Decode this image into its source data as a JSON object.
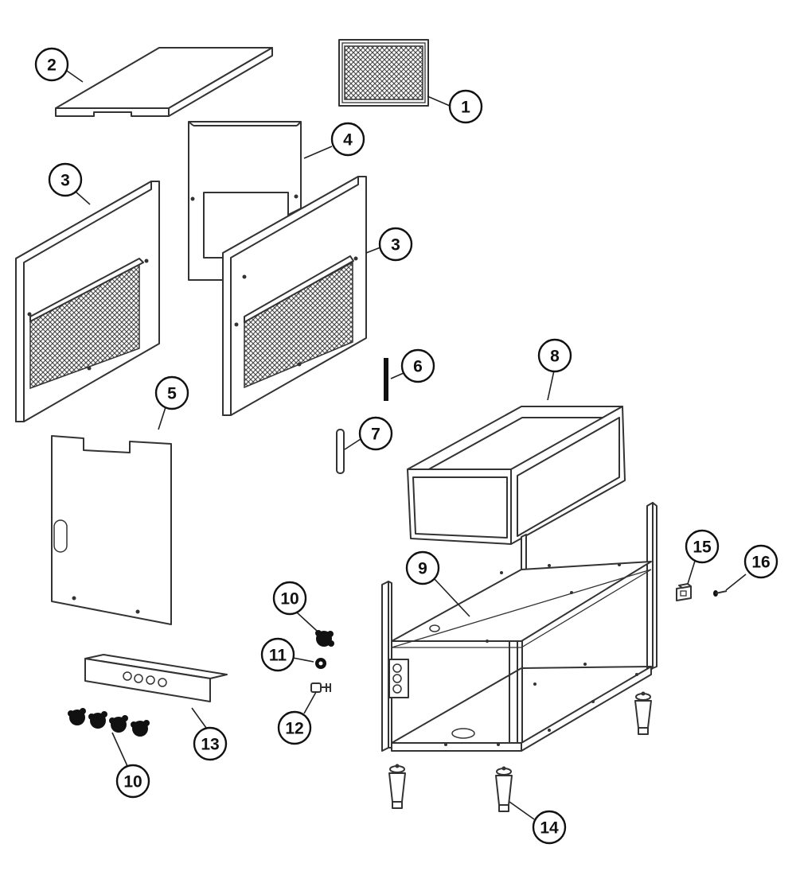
{
  "callouts": [
    {
      "id": "c1",
      "label": "1"
    },
    {
      "id": "c2",
      "label": "2"
    },
    {
      "id": "c3a",
      "label": "3"
    },
    {
      "id": "c3b",
      "label": "3"
    },
    {
      "id": "c4",
      "label": "4"
    },
    {
      "id": "c5",
      "label": "5"
    },
    {
      "id": "c6",
      "label": "6"
    },
    {
      "id": "c7",
      "label": "7"
    },
    {
      "id": "c8",
      "label": "8"
    },
    {
      "id": "c9",
      "label": "9"
    },
    {
      "id": "c10a",
      "label": "10"
    },
    {
      "id": "c10b",
      "label": "10"
    },
    {
      "id": "c11",
      "label": "11"
    },
    {
      "id": "c12",
      "label": "12"
    },
    {
      "id": "c13",
      "label": "13"
    },
    {
      "id": "c14",
      "label": "14"
    },
    {
      "id": "c15",
      "label": "15"
    },
    {
      "id": "c16",
      "label": "16"
    }
  ]
}
